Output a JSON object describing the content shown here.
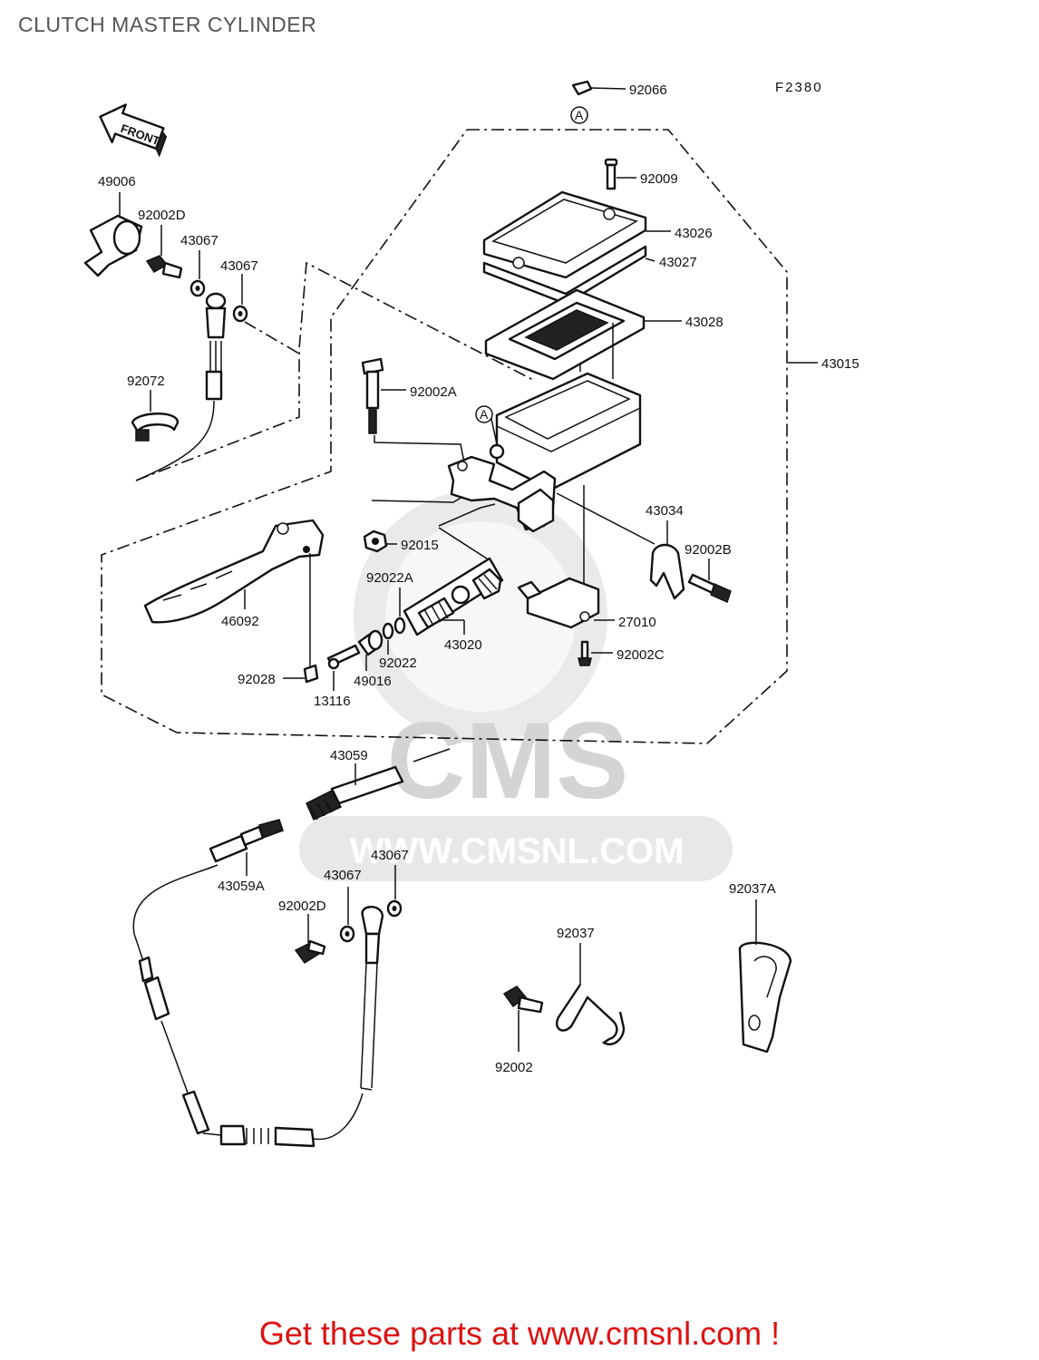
{
  "title": "CLUTCH MASTER CYLINDER",
  "figure_code": "F2380",
  "front_tag": "FRONT",
  "ref_marker": "A",
  "watermark": {
    "brand": "CMS",
    "url": "WWW.CMSNL.COM"
  },
  "footer": "Get these parts at www.cmsnl.com !",
  "labels": {
    "p92066": "92066",
    "p92009": "92009",
    "p43026": "43026",
    "p43027": "43027",
    "p43028": "43028",
    "p43015": "43015",
    "p49006": "49006",
    "p92002D_top": "92002D",
    "p43067_a": "43067",
    "p43067_b": "43067",
    "p92072": "92072",
    "p92002A_top": "92002A",
    "p43034": "43034",
    "p92002B": "92002B",
    "p92015": "92015",
    "p92022A": "92022A",
    "p46092": "46092",
    "p27010": "27010",
    "p92002C": "92002C",
    "p43020": "43020",
    "p92022": "92022",
    "p92028": "92028",
    "p49016": "49016",
    "p13116": "13116",
    "p43059": "43059",
    "p43059A": "43059A",
    "p43067_c": "43067",
    "p43067_d": "43067",
    "p92002D_bot": "92002D",
    "p92037A": "92037A",
    "p92037": "92037",
    "p92002": "92002"
  }
}
